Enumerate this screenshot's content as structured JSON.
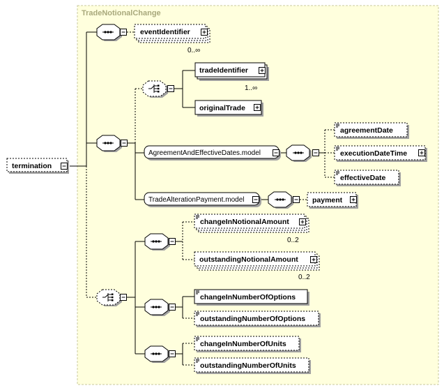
{
  "diagram": {
    "type_name": "TradeNotionalChange",
    "root": "termination",
    "elements": {
      "eventIdentifier": "eventIdentifier",
      "tradeIdentifier": "tradeIdentifier",
      "originalTrade": "originalTrade",
      "agreementDate": "agreementDate",
      "executionDateTime": "executionDateTime",
      "effectiveDate": "effectiveDate",
      "payment": "payment",
      "changeInNotionalAmount": "changeInNotionalAmount",
      "outstandingNotionalAmount": "outstandingNotionalAmount",
      "changeInNumberOfOptions": "changeInNumberOfOptions",
      "outstandingNumberOfOptions": "outstandingNumberOfOptions",
      "changeInNumberOfUnits": "changeInNumberOfUnits",
      "outstandingNumberOfUnits": "outstandingNumberOfUnits"
    },
    "groups": {
      "agreementAndEffectiveDates": "AgreementAndEffectiveDates.model",
      "tradeAlterationPayment": "TradeAlterationPayment.model"
    },
    "occurrences": {
      "eventIdentifier": "0..∞",
      "tradeIdentifier": "1..∞",
      "changeInNotionalAmount": "0..2",
      "outstandingNotionalAmount": "0..2"
    },
    "colors": {
      "type_background": "#ffffdd",
      "type_border": "#c8c89c",
      "type_title": "#a8a87c",
      "line": "#000000",
      "node_fill": "#ffffff",
      "shadow": "#a0a0a0"
    }
  }
}
